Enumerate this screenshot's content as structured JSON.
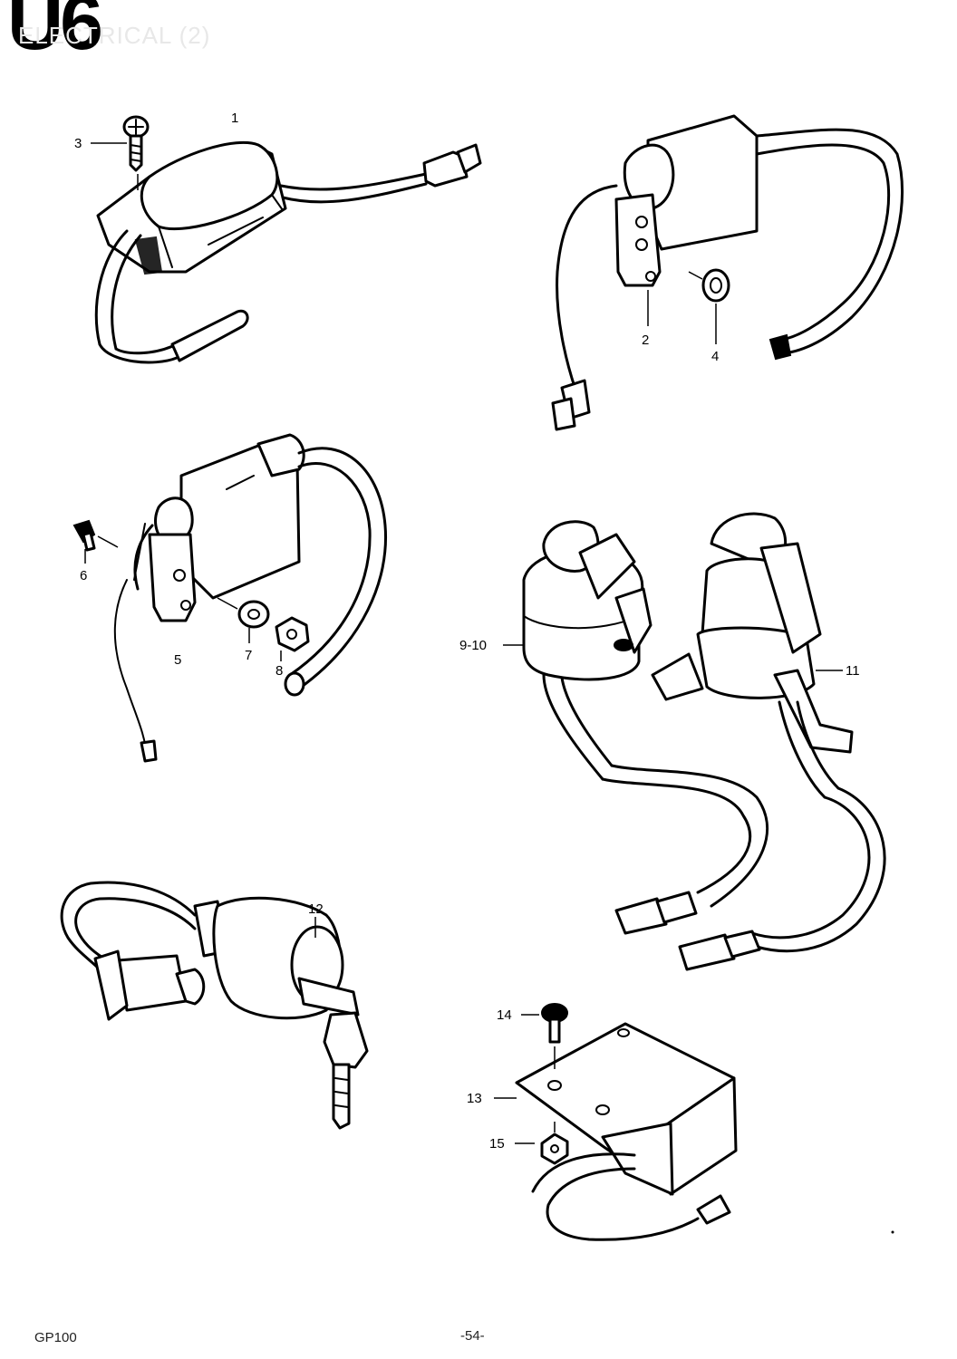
{
  "header": {
    "section_code": "U6",
    "section_title": "ELECTRICAL (2)"
  },
  "footer": {
    "model": "GP100",
    "page_number": "-54-"
  },
  "callouts": [
    "1",
    "2",
    "3",
    "4",
    "5",
    "6",
    "7",
    "8",
    "9-10",
    "11",
    "12",
    "13",
    "14",
    "15"
  ]
}
